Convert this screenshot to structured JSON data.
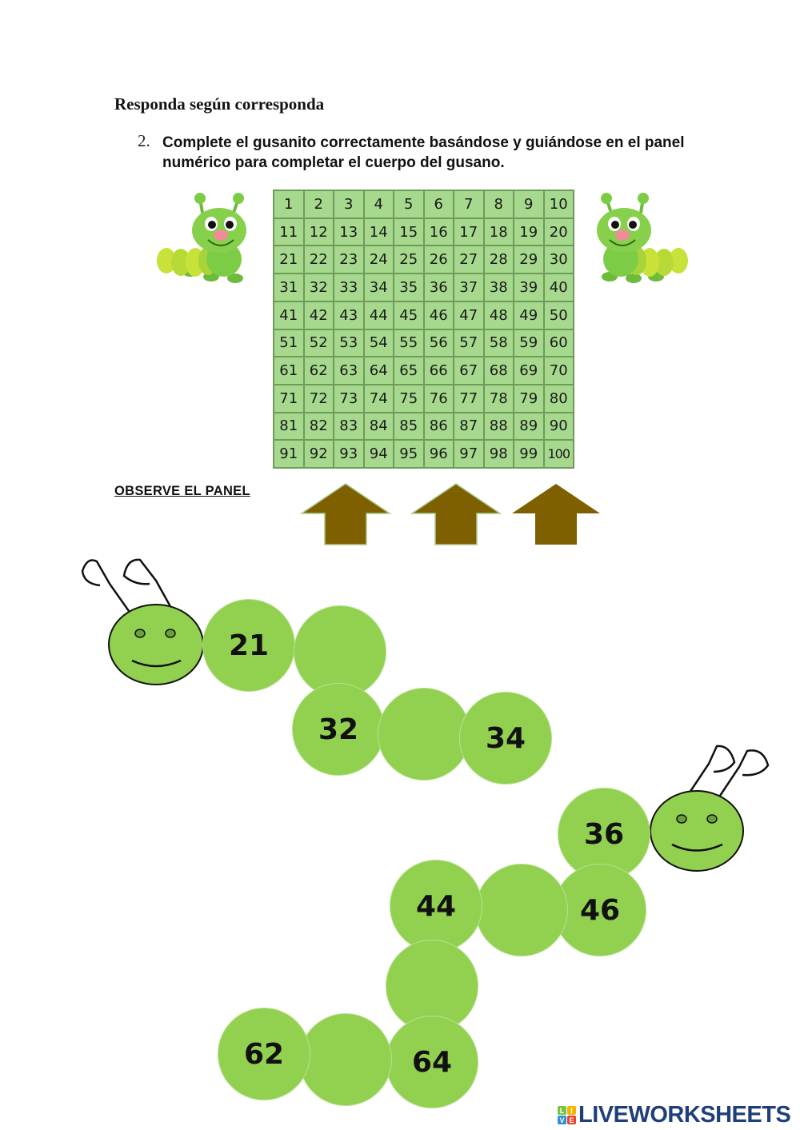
{
  "heading": "Responda según corresponda",
  "question": {
    "number": "2.",
    "text": "Complete el gusanito correctamente basándose y guiándose en el panel numérico para completar el cuerpo del gusano."
  },
  "panel": {
    "cells": [
      "1",
      "2",
      "3",
      "4",
      "5",
      "6",
      "7",
      "8",
      "9",
      "10",
      "11",
      "12",
      "13",
      "14",
      "15",
      "16",
      "17",
      "18",
      "19",
      "20",
      "21",
      "22",
      "23",
      "24",
      "25",
      "26",
      "27",
      "28",
      "29",
      "30",
      "31",
      "32",
      "33",
      "34",
      "35",
      "36",
      "37",
      "38",
      "39",
      "40",
      "41",
      "42",
      "43",
      "44",
      "45",
      "46",
      "47",
      "48",
      "49",
      "50",
      "51",
      "52",
      "53",
      "54",
      "55",
      "56",
      "57",
      "58",
      "59",
      "60",
      "61",
      "62",
      "63",
      "64",
      "65",
      "66",
      "67",
      "68",
      "69",
      "70",
      "71",
      "72",
      "73",
      "74",
      "75",
      "76",
      "77",
      "78",
      "79",
      "80",
      "81",
      "82",
      "83",
      "84",
      "85",
      "86",
      "87",
      "88",
      "89",
      "90",
      "91",
      "92",
      "93",
      "94",
      "95",
      "96",
      "97",
      "98",
      "99",
      "100"
    ],
    "cell_color": "#a6d98d",
    "border_color": "#6f9a5a"
  },
  "observe_label": "OBSERVE EL PANEL",
  "arrow_color": "#7f6000",
  "caterpillar": {
    "segment_color": "#92d050",
    "worm1": {
      "segments": [
        {
          "value": "21",
          "blank": false
        },
        {
          "value": "",
          "blank": true
        },
        {
          "value": "32",
          "blank": false
        },
        {
          "value": "",
          "blank": true
        },
        {
          "value": "34",
          "blank": false
        }
      ]
    },
    "worm2": {
      "segments": [
        {
          "value": "36",
          "blank": false
        },
        {
          "value": "46",
          "blank": false
        },
        {
          "value": "",
          "blank": true
        },
        {
          "value": "44",
          "blank": false
        },
        {
          "value": "",
          "blank": true
        },
        {
          "value": "64",
          "blank": false
        },
        {
          "value": "",
          "blank": true
        },
        {
          "value": "62",
          "blank": false
        }
      ]
    }
  },
  "footer": {
    "brand": "LIVEWORKSHEETS",
    "tiles": [
      "L",
      "I",
      "V",
      "E"
    ]
  }
}
